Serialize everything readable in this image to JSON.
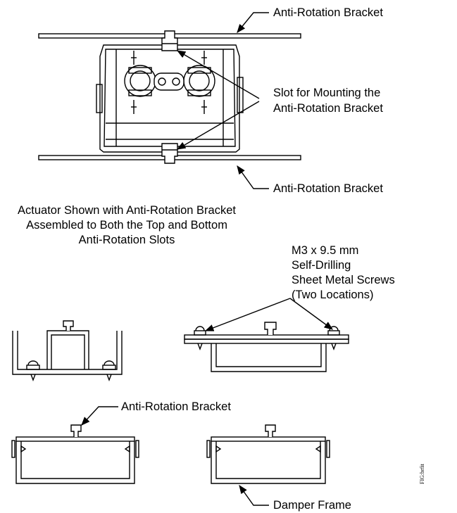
{
  "labels": {
    "top_bracket": "Anti-Rotation Bracket",
    "slot_line1": "Slot for Mounting the",
    "slot_line2": "Anti-Rotation Bracket",
    "bottom_bracket": "Anti-Rotation Bracket",
    "caption_line1": "Actuator Shown with Anti-Rotation Bracket",
    "caption_line2": "Assembled to Both the Top and Bottom",
    "caption_line3": "Anti-Rotation Slots",
    "screw_line1": "M3 x 9.5 mm",
    "screw_line2": "Self-Drilling",
    "screw_line3": "Sheet Metal Screws",
    "screw_line4": "(Two Locations)",
    "lower_bracket": "Anti-Rotation Bracket",
    "damper_frame": "Damper Frame",
    "fig_code": "FIG:brfit"
  }
}
